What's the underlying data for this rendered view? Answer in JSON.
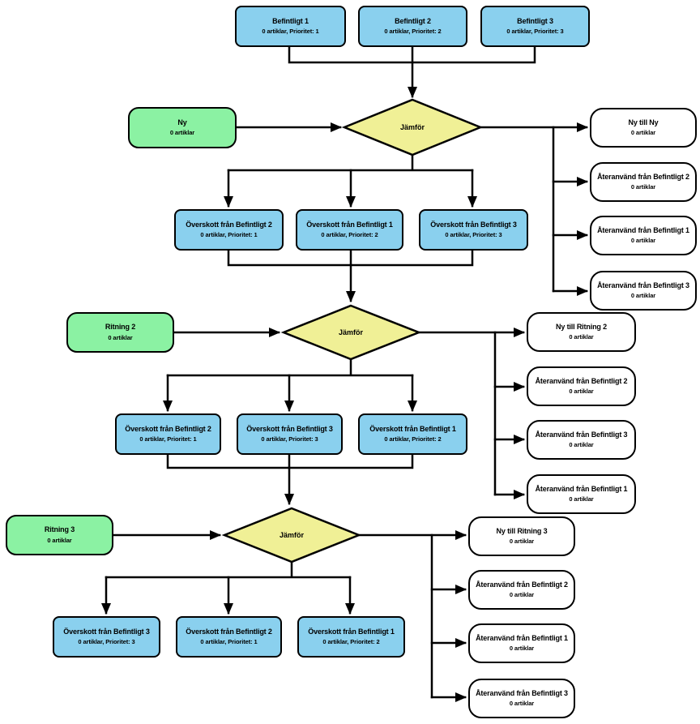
{
  "colors": {
    "source_blue": "#8AD0EE",
    "input_green": "#8BF2A3",
    "decision_yellow": "#F0F096",
    "result_white": "#FFFFFF",
    "line_black": "#000000"
  },
  "sources": [
    {
      "title": "Befintligt 1",
      "subtitle": "0 artiklar, Prioritet: 1"
    },
    {
      "title": "Befintligt 2",
      "subtitle": "0 artiklar, Prioritet: 2"
    },
    {
      "title": "Befintligt 3",
      "subtitle": "0 artiklar, Prioritet: 3"
    }
  ],
  "inputs": [
    {
      "title": "Ny",
      "subtitle": "0 artiklar"
    },
    {
      "title": "Ritning 2",
      "subtitle": "0 artiklar"
    },
    {
      "title": "Ritning 3",
      "subtitle": "0 artiklar"
    }
  ],
  "decisions": [
    {
      "label": "Jämför"
    },
    {
      "label": "Jämför"
    },
    {
      "label": "Jämför"
    }
  ],
  "surplus_groups": [
    [
      {
        "title": "Överskott från Befintligt 2",
        "subtitle": "0 artiklar, Prioritet: 1"
      },
      {
        "title": "Överskott från Befintligt 1",
        "subtitle": "0 artiklar, Prioritet: 2"
      },
      {
        "title": "Överskott från Befintligt 3",
        "subtitle": "0 artiklar, Prioritet: 3"
      }
    ],
    [
      {
        "title": "Överskott från Befintligt 2",
        "subtitle": "0 artiklar, Prioritet: 1"
      },
      {
        "title": "Överskott från Befintligt 3",
        "subtitle": "0 artiklar, Prioritet: 3"
      },
      {
        "title": "Överskott från Befintligt 1",
        "subtitle": "0 artiklar, Prioritet: 2"
      }
    ],
    [
      {
        "title": "Överskott från Befintligt 3",
        "subtitle": "0 artiklar, Prioritet: 3"
      },
      {
        "title": "Överskott från Befintligt 2",
        "subtitle": "0 artiklar, Prioritet: 1"
      },
      {
        "title": "Överskott från Befintligt 1",
        "subtitle": "0 artiklar, Prioritet: 2"
      }
    ]
  ],
  "result_groups": [
    [
      {
        "title": "Ny till Ny",
        "subtitle": "0 artiklar"
      },
      {
        "title": "Återanvänd från Befintligt 2",
        "subtitle": "0 artiklar"
      },
      {
        "title": "Återanvänd från Befintligt 1",
        "subtitle": "0 artiklar"
      },
      {
        "title": "Återanvänd från Befintligt 3",
        "subtitle": "0 artiklar"
      }
    ],
    [
      {
        "title": "Ny till Ritning 2",
        "subtitle": "0 artiklar"
      },
      {
        "title": "Återanvänd från Befintligt 2",
        "subtitle": "0 artiklar"
      },
      {
        "title": "Återanvänd från Befintligt 3",
        "subtitle": "0 artiklar"
      },
      {
        "title": "Återanvänd från Befintligt 1",
        "subtitle": "0 artiklar"
      }
    ],
    [
      {
        "title": "Ny till Ritning 3",
        "subtitle": "0 artiklar"
      },
      {
        "title": "Återanvänd från Befintligt 2",
        "subtitle": "0 artiklar"
      },
      {
        "title": "Återanvänd från Befintligt 1",
        "subtitle": "0 artiklar"
      },
      {
        "title": "Återanvänd från Befintligt 3",
        "subtitle": "0 artiklar"
      }
    ]
  ]
}
